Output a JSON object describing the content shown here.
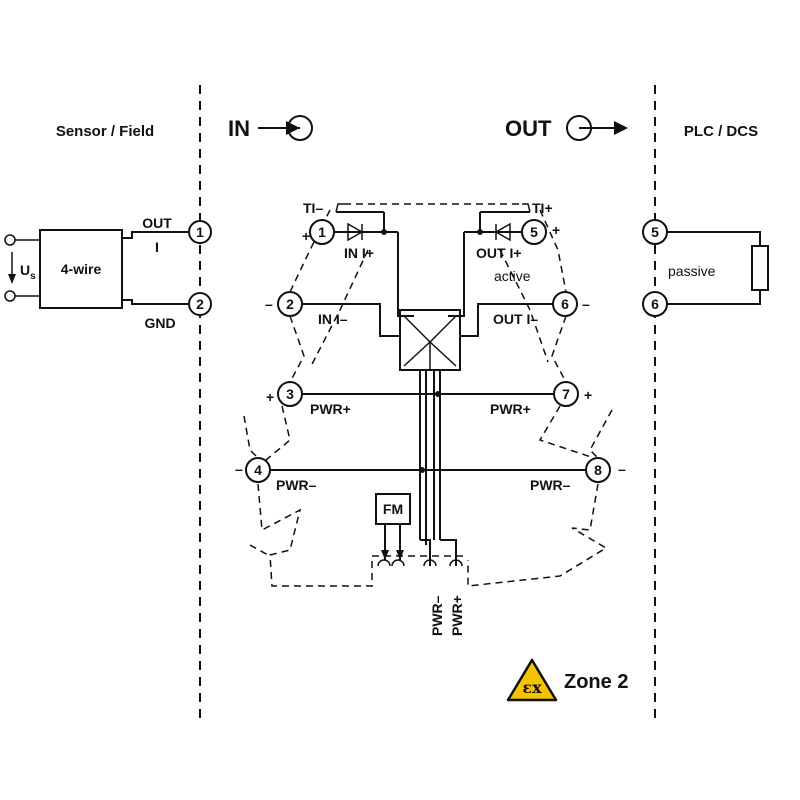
{
  "headers": {
    "sensor_field": "Sensor / Field",
    "in": "IN",
    "out": "OUT",
    "plc_dcs": "PLC / DCS"
  },
  "field": {
    "device_label": "4-wire",
    "out_label": "OUT",
    "current_label": "I",
    "gnd_label": "GND",
    "supply_label": "U",
    "supply_sub": "s",
    "terminal_1": "1",
    "terminal_2": "2"
  },
  "module": {
    "ti_minus": "TI–",
    "ti_plus": "TI+",
    "in_i_plus": "IN I+",
    "in_i_minus": "IN I–",
    "out_i_plus": "OUT I+",
    "active": "active",
    "out_i_minus": "OUT I–",
    "pwr_plus_left": "PWR+",
    "pwr_plus_right": "PWR+",
    "pwr_minus_left": "PWR–",
    "pwr_minus_right": "PWR–",
    "fm": "FM",
    "pwr_minus_bottom": "PWR–",
    "pwr_plus_bottom": "PWR+",
    "sign_plus": "+",
    "sign_minus": "–",
    "terminals": [
      "1",
      "2",
      "3",
      "4",
      "5",
      "6",
      "7",
      "8"
    ]
  },
  "plc": {
    "terminal_5": "5",
    "terminal_6": "6",
    "passive_label": "passive"
  },
  "zone": {
    "symbol": "εx",
    "label": "Zone 2",
    "badge_color": "#f5c400"
  }
}
